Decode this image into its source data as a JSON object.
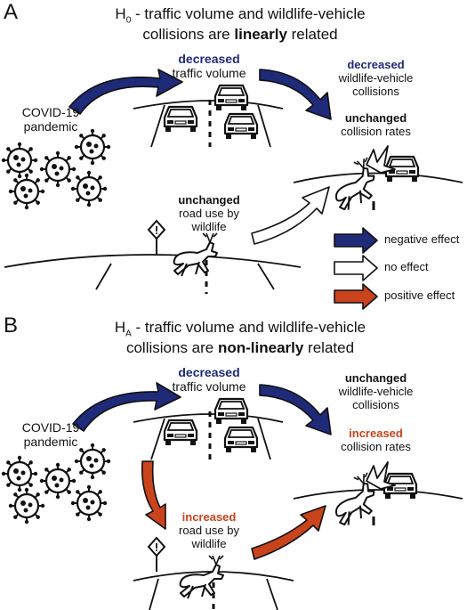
{
  "panel_a": {
    "label": "A",
    "title_prefix": "H",
    "title_sub": "0",
    "title_line1": " - traffic volume and wildlife-vehicle",
    "title_line2_pre": "collisions are ",
    "title_line2_bold": "linearly",
    "title_line2_post": " related",
    "cause": "COVID-19 pandemic",
    "traffic_keyword": "decreased",
    "traffic_text": "traffic volume",
    "wvc_keyword": "decreased",
    "wvc_text": "wildlife-vehicle collisions",
    "rate_keyword": "unchanged",
    "rate_text": "collision rates",
    "roaduse_keyword": "unchanged",
    "roaduse_text": "road use by wildlife"
  },
  "panel_b": {
    "label": "B",
    "title_prefix": "H",
    "title_sub": "A",
    "title_line1": " - traffic volume and wildlife-vehicle",
    "title_line2_pre": "collisions are ",
    "title_line2_bold": "non-linearly",
    "title_line2_post": " related",
    "cause": "COVID-19 pandemic",
    "traffic_keyword": "decreased",
    "traffic_text": "traffic volume",
    "wvc_keyword": "unchanged",
    "wvc_text": "wildlife-vehicle collisions",
    "rate_keyword": "increased",
    "rate_text": "collision rates",
    "roaduse_keyword": "increased",
    "roaduse_text": "road use by wildlife"
  },
  "legend": {
    "negative": "negative effect",
    "none": "no effect",
    "positive": "positive effect"
  },
  "colors": {
    "negative": "#1f2a78",
    "none": "#ffffff",
    "positive": "#c9431d",
    "line": "#111111"
  }
}
